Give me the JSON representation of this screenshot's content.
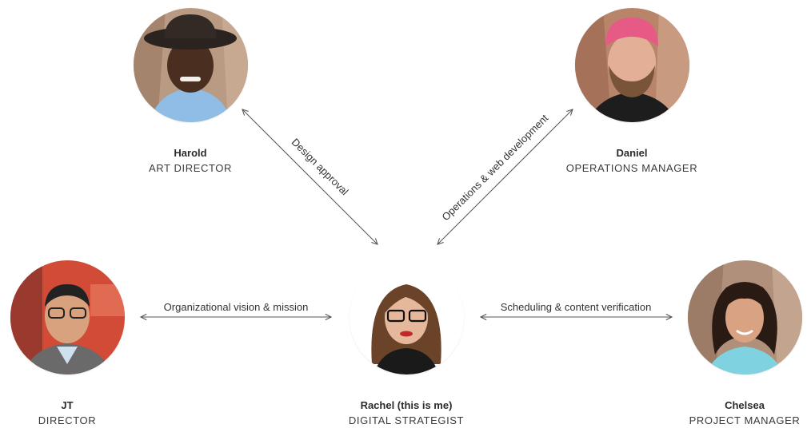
{
  "people": {
    "harold": {
      "name": "Harold",
      "role": "ART DIRECTOR"
    },
    "daniel": {
      "name": "Daniel",
      "role": "OPERATIONS MANAGER"
    },
    "jt": {
      "name": "JT",
      "role": "DIRECTOR"
    },
    "rachel": {
      "name": "Rachel (this is me)",
      "role": "DIGITAL STRATEGIST"
    },
    "chelsea": {
      "name": "Chelsea",
      "role": "PROJECT MANAGER"
    }
  },
  "links": {
    "design": "Design approval",
    "operations": "Operations & web development",
    "vision": "Organizational vision & mission",
    "scheduling": "Scheduling & content verification"
  },
  "colors": {
    "arrow": "#555555",
    "text": "#333333"
  }
}
